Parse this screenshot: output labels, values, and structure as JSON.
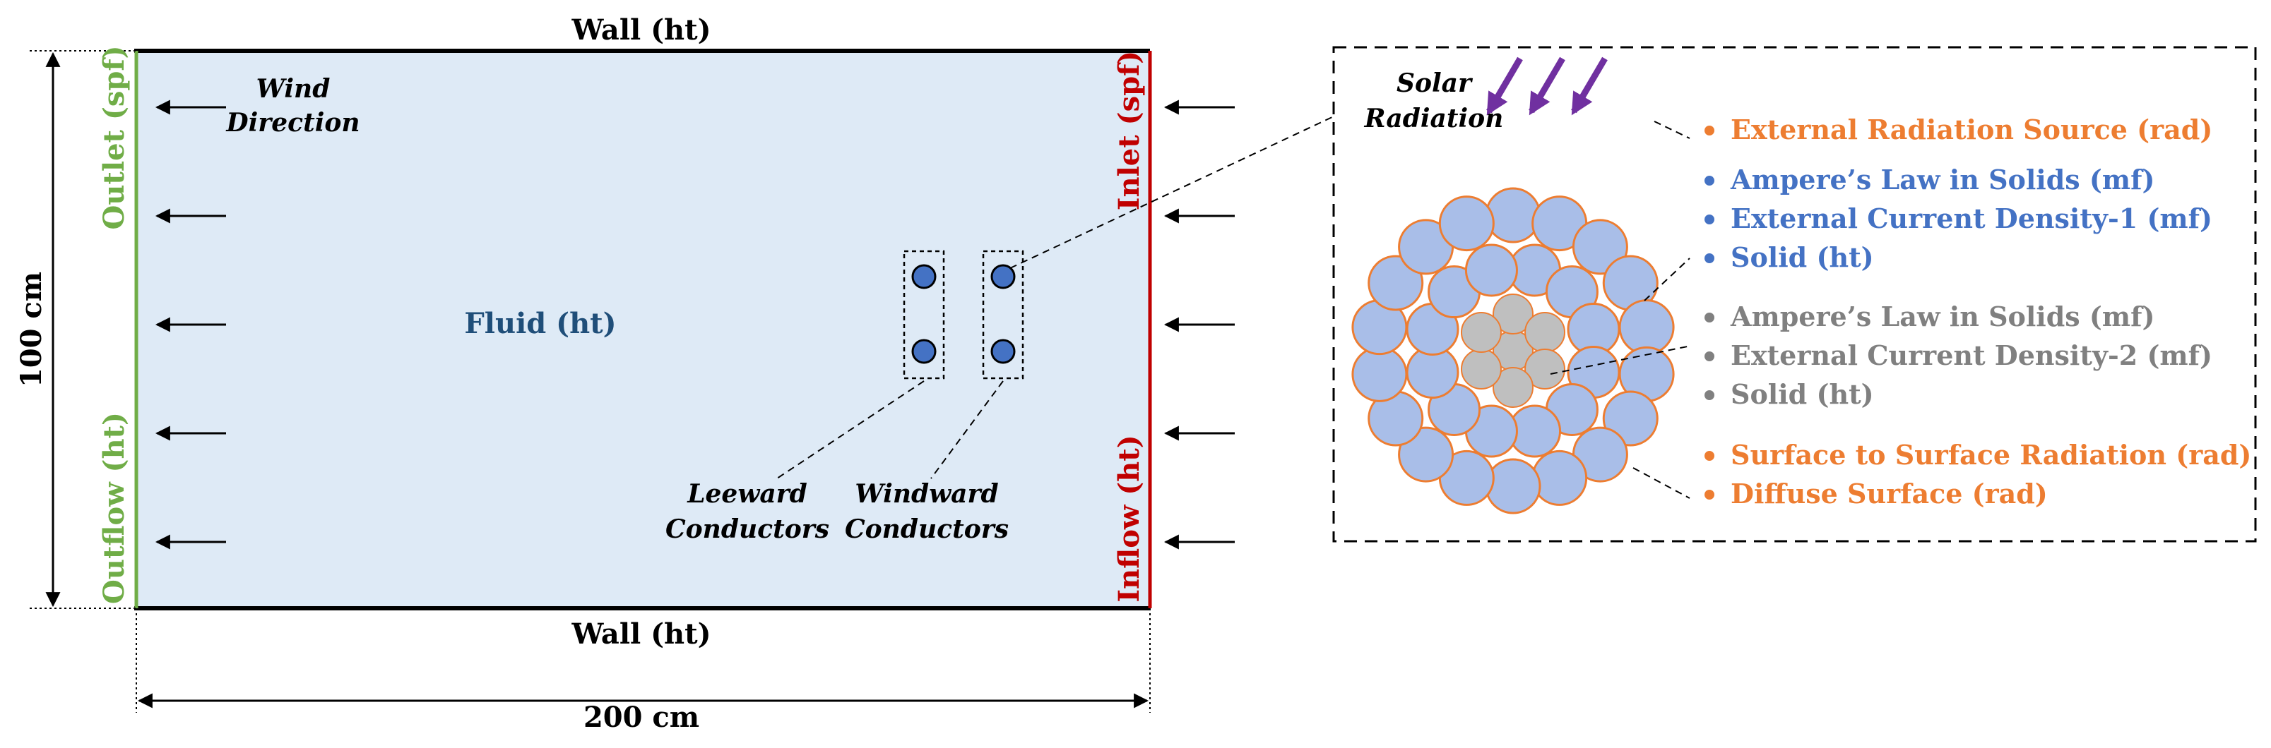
{
  "domain": {
    "fluid_label": "Fluid (ht)",
    "wall_top_label": "Wall (ht)",
    "wall_bottom_label": "Wall (ht)",
    "outlet_label": "Outlet (spf)",
    "outflow_label": "Outflow (ht)",
    "inlet_label": "Inlet (spf)",
    "inflow_label": "Inflow (ht)",
    "height_label": "100 cm",
    "width_label": "200 cm",
    "wind_label_line1": "Wind",
    "wind_label_line2": "Direction",
    "leeward_line1": "Leeward",
    "leeward_line2": "Conductors",
    "windward_line1": "Windward",
    "windward_line2": "Conductors"
  },
  "detail": {
    "solar_line1": "Solar",
    "solar_line2": "Radiation",
    "legend": [
      {
        "text": "External Radiation Source (rad)",
        "color": "#ED7D31"
      },
      {
        "text": "Ampere’s Law in Solids (mf)",
        "color": "#4472C4"
      },
      {
        "text": "External Current Density-1 (mf)",
        "color": "#4472C4"
      },
      {
        "text": "Solid (ht)",
        "color": "#4472C4"
      },
      {
        "text": "Ampere’s Law in Solids (mf)",
        "color": "#808080"
      },
      {
        "text": "External Current Density-2 (mf)",
        "color": "#808080"
      },
      {
        "text": "Solid (ht)",
        "color": "#808080"
      },
      {
        "text": "Surface to Surface Radiation (rad)",
        "color": "#ED7D31"
      },
      {
        "text": "Diffuse Surface (rad)",
        "color": "#ED7D31"
      }
    ]
  },
  "colors": {
    "fluid_fill": "#DEEAF6",
    "outlet_green": "#70AD47",
    "inlet_red": "#C00000",
    "fluid_text": "#1F4E79",
    "conductor_fill": "#4472C4",
    "strand_outer_fill": "#A9BEE8",
    "strand_outer_stroke": "#ED7D31",
    "strand_inner_fill": "#BFBFBF",
    "solar_arrow": "#7030A0"
  }
}
